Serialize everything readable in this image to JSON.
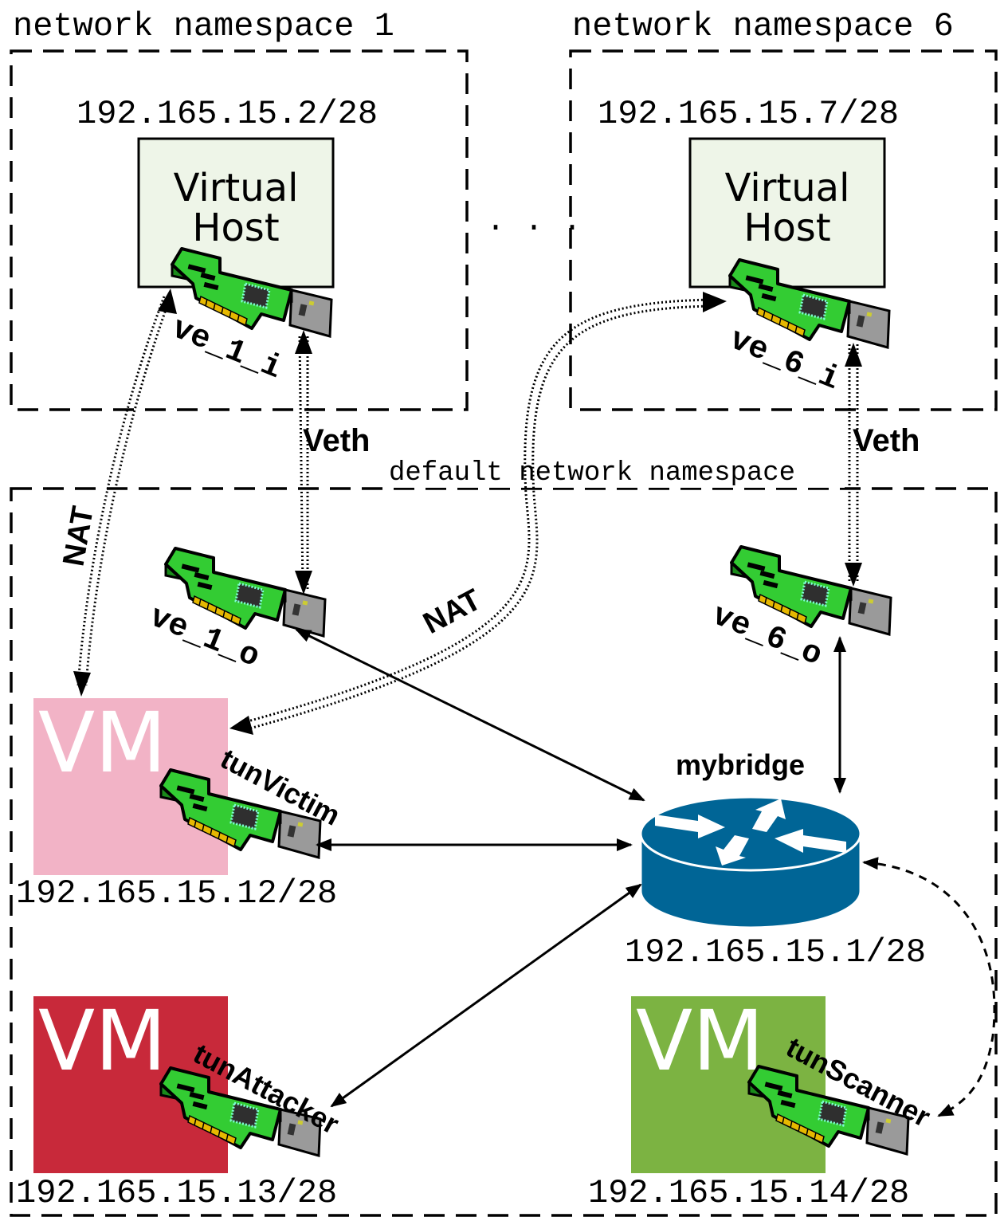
{
  "namespaces": {
    "ns1_title": "network namespace 1",
    "ns6_title": "network namespace 6",
    "default_title": "default network namespace"
  },
  "hosts": {
    "host1": {
      "line1": "Virtual",
      "line2": "Host",
      "ip": "192.165.15.2/28"
    },
    "host6": {
      "line1": "Virtual",
      "line2": "Host",
      "ip": "192.165.15.7/28"
    }
  },
  "ellipsis": ". . .",
  "nics": {
    "ve_1_i": "ve_1_i",
    "ve_6_i": "ve_6_i",
    "ve_1_o": "ve_1_o",
    "ve_6_o": "ve_6_o",
    "tunVictim": "tunVictim",
    "tunAttacker": "tunAttacker",
    "tunScanner": "tunScanner"
  },
  "links": {
    "veth_label": "Veth",
    "nat_label": "NAT"
  },
  "bridge": {
    "name": "mybridge",
    "ip": "192.165.15.1/28"
  },
  "vms": {
    "victim": {
      "label": "VM",
      "ip": "192.165.15.12/28",
      "color": "#f2b3c6"
    },
    "attacker": {
      "label": "VM",
      "ip": "192.165.15.13/28",
      "color": "#c8293a"
    },
    "scanner": {
      "label": "VM",
      "ip": "192.165.15.14/28",
      "color": "#7cb342"
    }
  },
  "colors": {
    "host_fill": "#eef5e8",
    "router_fill": "#006596",
    "nic_green": "#33cc33"
  }
}
